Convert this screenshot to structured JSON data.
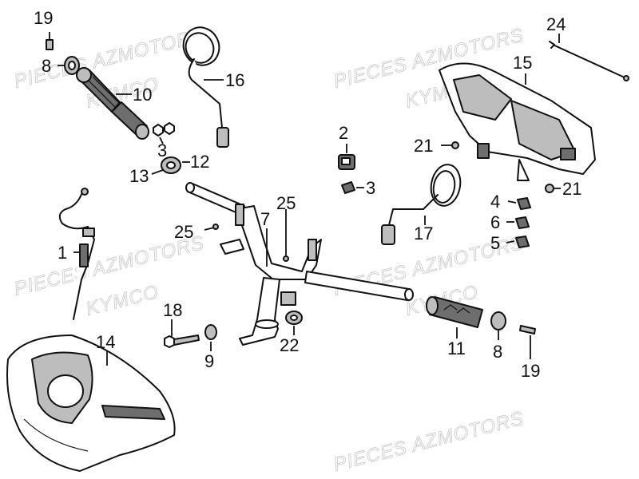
{
  "watermark": {
    "line1": "PIECES AZMOTORS",
    "line2": "KYMCO"
  },
  "callouts": {
    "c19a": "19",
    "c8a": "8",
    "c10": "10",
    "c16": "16",
    "c3a": "3",
    "c12": "12",
    "c13": "13",
    "c24": "24",
    "c15": "15",
    "c2": "2",
    "c21a": "21",
    "c3b": "3",
    "c21b": "21",
    "c4": "4",
    "c6": "6",
    "c5": "5",
    "c17": "17",
    "c25a": "25",
    "c7": "7",
    "c25b": "25",
    "c1": "1",
    "c18": "18",
    "c9": "9",
    "c22": "22",
    "c11": "11",
    "c8b": "8",
    "c19b": "19",
    "c14": "14"
  }
}
